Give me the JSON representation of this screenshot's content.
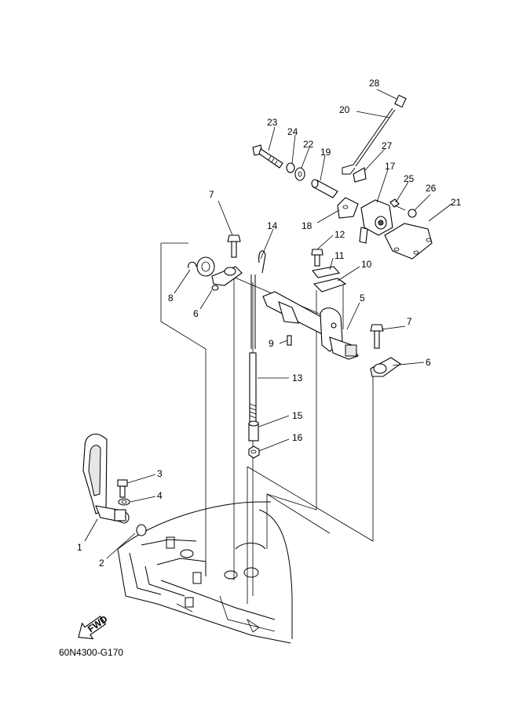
{
  "diagram": {
    "code": "60N4300-G170",
    "fwd_label": "FWD",
    "callouts": [
      {
        "id": "c1",
        "label": "1"
      },
      {
        "id": "c2",
        "label": "2"
      },
      {
        "id": "c3",
        "label": "3"
      },
      {
        "id": "c4",
        "label": "4"
      },
      {
        "id": "c5",
        "label": "5"
      },
      {
        "id": "c6a",
        "label": "6"
      },
      {
        "id": "c6b",
        "label": "6"
      },
      {
        "id": "c7a",
        "label": "7"
      },
      {
        "id": "c7b",
        "label": "7"
      },
      {
        "id": "c8",
        "label": "8"
      },
      {
        "id": "c9",
        "label": "9"
      },
      {
        "id": "c10",
        "label": "10"
      },
      {
        "id": "c11",
        "label": "11"
      },
      {
        "id": "c12",
        "label": "12"
      },
      {
        "id": "c13",
        "label": "13"
      },
      {
        "id": "c14",
        "label": "14"
      },
      {
        "id": "c15",
        "label": "15"
      },
      {
        "id": "c16",
        "label": "16"
      },
      {
        "id": "c17",
        "label": "17"
      },
      {
        "id": "c18",
        "label": "18"
      },
      {
        "id": "c19",
        "label": "19"
      },
      {
        "id": "c20",
        "label": "20"
      },
      {
        "id": "c21",
        "label": "21"
      },
      {
        "id": "c22",
        "label": "22"
      },
      {
        "id": "c23",
        "label": "23"
      },
      {
        "id": "c24",
        "label": "24"
      },
      {
        "id": "c25",
        "label": "25"
      },
      {
        "id": "c26",
        "label": "26"
      },
      {
        "id": "c27",
        "label": "27"
      },
      {
        "id": "c28",
        "label": "28"
      }
    ]
  }
}
